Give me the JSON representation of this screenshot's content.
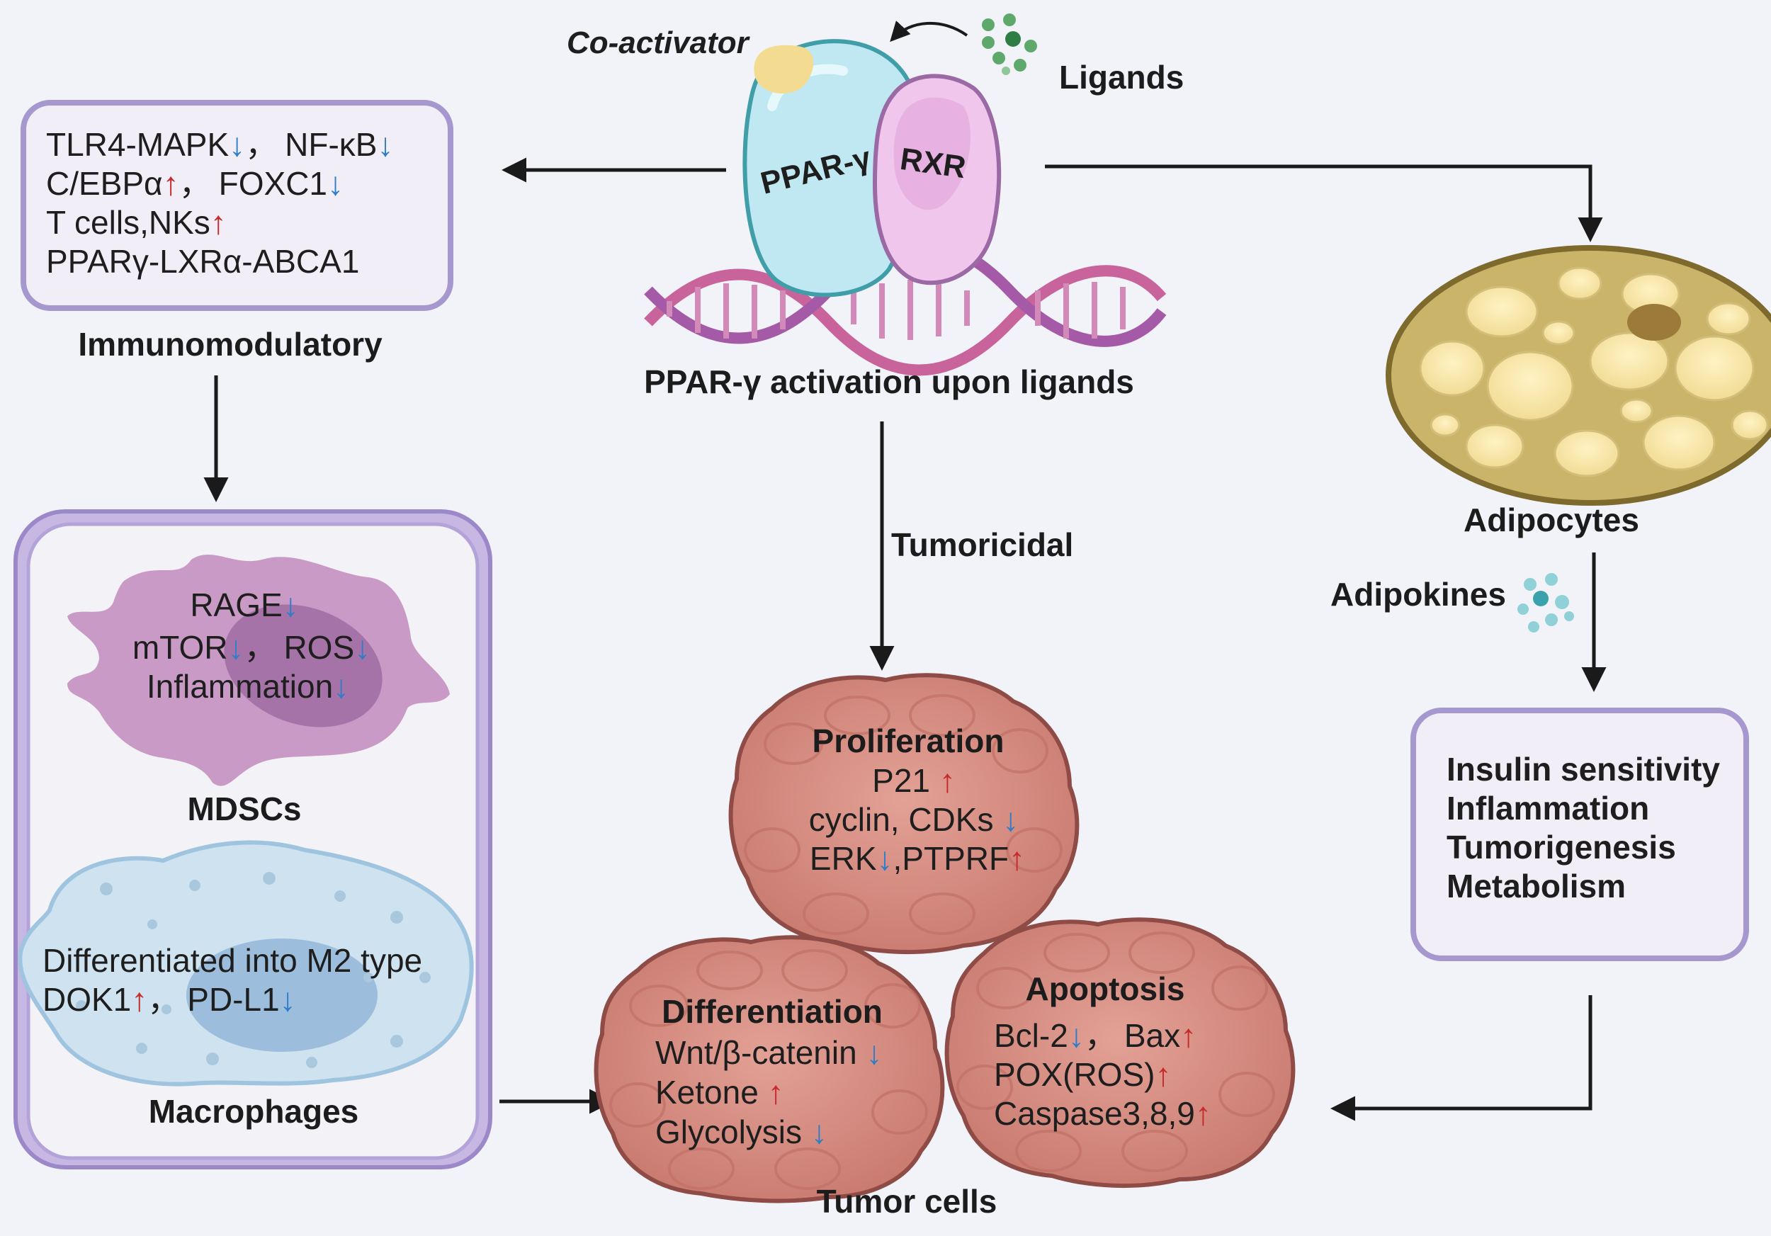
{
  "colors": {
    "up_arrow": "#c62b2b",
    "down_arrow": "#2f7dc9",
    "box_border": "#a797cf",
    "tumor": "#d48a80",
    "ppar": "#bfe8f2",
    "rxr": "#f1c6ec",
    "adipocyte": "#c9b46a"
  },
  "header": {
    "coactivator": "Co-activator",
    "ligands": "Ligands",
    "ppar": "PPAR-γ",
    "rxr": "RXR",
    "activation_caption": "PPAR-γ activation upon ligands",
    "tumoricidal": "Tumoricidal"
  },
  "immuno": {
    "line1": {
      "a": "TLR4-MAPK",
      "a_arrow": "↓",
      "sep": "，",
      "b": "NF-κB",
      "b_arrow": "↓"
    },
    "line2": {
      "a": "C/EBPα",
      "a_arrow": "↑",
      "sep": "，",
      "b": "FOXC1",
      "b_arrow": "↓"
    },
    "line3": {
      "a": "T cells,NKs",
      "a_arrow": "↑"
    },
    "line4": "PPARγ-LXRα-ABCA1",
    "caption": "Immunomodulatory"
  },
  "mdsc": {
    "line1": {
      "a": "RAGE",
      "a_arrow": "↓"
    },
    "line2": {
      "a": "mTOR",
      "a_arrow": "↓",
      "sep": "，",
      "b": "ROS",
      "b_arrow": "↓"
    },
    "line3": {
      "a": "Inflammation",
      "a_arrow": "↓"
    },
    "caption": "MDSCs"
  },
  "macrophage": {
    "line1": "Differentiated into M2 type",
    "line2": {
      "a": "DOK1",
      "a_arrow": "↑",
      "sep": "，",
      "b": "PD-L1",
      "b_arrow": "↓"
    },
    "caption": "Macrophages"
  },
  "proliferation": {
    "title": "Proliferation",
    "line1": {
      "a": "P21 ",
      "a_arrow": "↑"
    },
    "line2": {
      "a": "cyclin, CDKs ",
      "a_arrow": "↓"
    },
    "line3": {
      "a": "ERK",
      "a_arrow": "↓",
      "b": ",PTPRF",
      "b_arrow": "↑"
    }
  },
  "differentiation": {
    "title": "Differentiation",
    "line1": {
      "a": "Wnt/β-catenin ",
      "a_arrow": "↓"
    },
    "line2": {
      "a": "Ketone ",
      "a_arrow": "↑"
    },
    "line3": {
      "a": "Glycolysis ",
      "a_arrow": "↓"
    }
  },
  "apoptosis": {
    "title": "Apoptosis",
    "line1": {
      "a": "Bcl-2",
      "a_arrow": "↓",
      "sep": "，",
      "b": "Bax",
      "b_arrow": "↑"
    },
    "line2": {
      "a": "POX(ROS)",
      "a_arrow": "↑"
    },
    "line3": {
      "a": "Caspase3,8,9",
      "a_arrow": "↑"
    }
  },
  "tumor_caption": "Tumor cells",
  "adipo": {
    "caption": "Adipocytes",
    "adipokines": "Adipokines",
    "effects": [
      "Insulin sensitivity",
      "Inflammation",
      "Tumorigenesis",
      "Metabolism"
    ]
  }
}
